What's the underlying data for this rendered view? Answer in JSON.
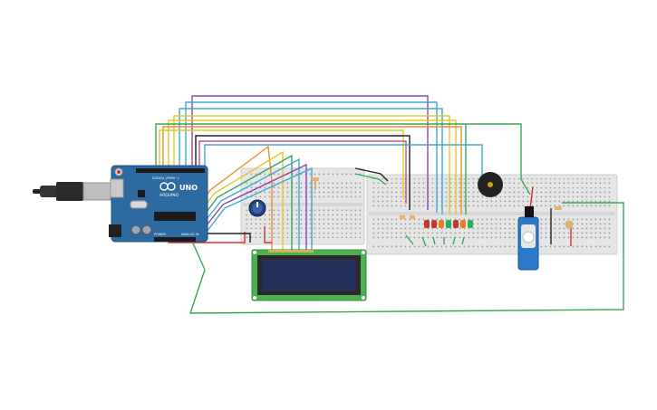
{
  "board": {
    "brand": "ARDUINO",
    "model": "UNO",
    "pin_label": "DIGITAL (PWM~)",
    "power_label": "POWER",
    "analog_label": "ANALOG IN",
    "color": "#2c6aa0"
  },
  "components": {
    "leds": [
      "#c0392b",
      "#c0392b",
      "#e67e22",
      "#27ae60",
      "#c0392b",
      "#e67e22",
      "#27ae60"
    ],
    "lcd_screen_color": "#22305a",
    "lcd_board_color": "#4caf50"
  },
  "wire_colors": {
    "purple": "#8e44ad",
    "cyan": "#3fa9d4",
    "yellow": "#e3c72a",
    "orange": "#e7902e",
    "green": "#3aa655",
    "red": "#d63031",
    "black": "#222222",
    "pink": "#d04a9a",
    "gray": "#9aa0a6"
  }
}
